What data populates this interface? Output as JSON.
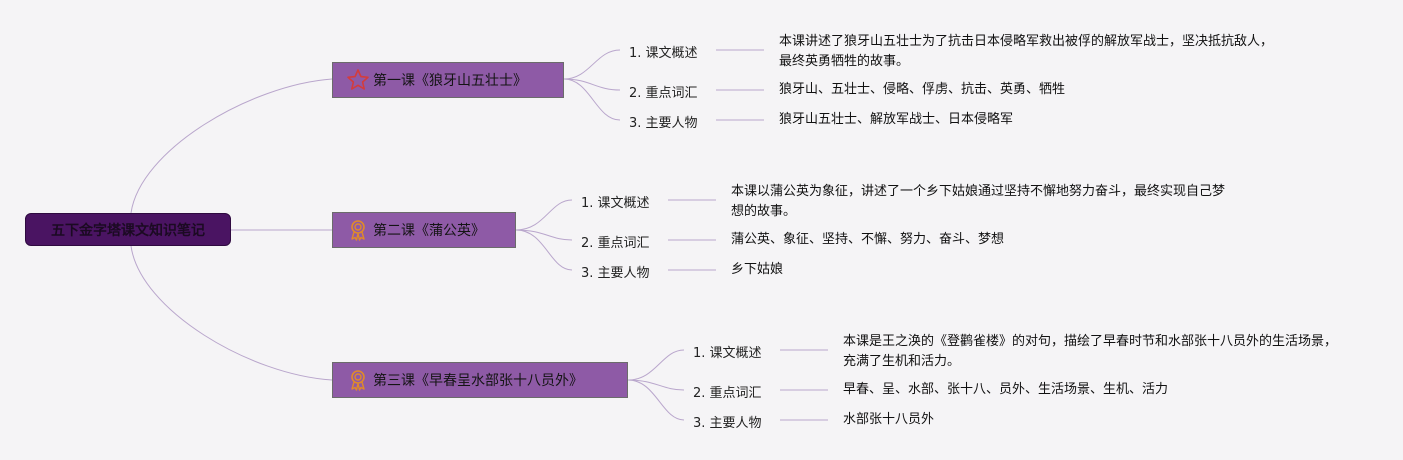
{
  "root": {
    "title": "五下金字塔课文知识笔记"
  },
  "lessons": [
    {
      "title": "第一课《狼牙山五壮士》",
      "icon": "star-icon",
      "items": [
        {
          "label": "1. 课文概述",
          "text": "本课讲述了狼牙山五壮士为了抗击日本侵略军救出被俘的解放军战士，坚决抵抗敌人，最终英勇牺牲的故事。"
        },
        {
          "label": "2. 重点词汇",
          "text": "狼牙山、五壮士、侵略、俘虏、抗击、英勇、牺牲"
        },
        {
          "label": "3. 主要人物",
          "text": "狼牙山五壮士、解放军战士、日本侵略军"
        }
      ]
    },
    {
      "title": "第二课《蒲公英》",
      "icon": "award-ribbon-icon",
      "items": [
        {
          "label": "1. 课文概述",
          "text": "本课以蒲公英为象征，讲述了一个乡下姑娘通过坚持不懈地努力奋斗，最终实现自己梦想的故事。"
        },
        {
          "label": "2. 重点词汇",
          "text": "蒲公英、象征、坚持、不懈、努力、奋斗、梦想"
        },
        {
          "label": "3. 主要人物",
          "text": "乡下姑娘"
        }
      ]
    },
    {
      "title": "第三课《早春呈水部张十八员外》",
      "icon": "award-ribbon-icon",
      "items": [
        {
          "label": "1. 课文概述",
          "text": "本课是王之涣的《登鹳雀楼》的对句，描绘了早春时节和水部张十八员外的生活场景，充满了生机和活力。"
        },
        {
          "label": "2. 重点词汇",
          "text": "早春、呈、水部、张十八、员外、生活场景、生机、活力"
        },
        {
          "label": "3. 主要人物",
          "text": "水部张十八员外"
        }
      ]
    }
  ],
  "colors": {
    "root_fill": "#4a1462",
    "lesson_fill": "#8e5aa6",
    "connector": "#b9a6cc",
    "star": "#d43c3c",
    "ribbon": "#e08a2a"
  }
}
